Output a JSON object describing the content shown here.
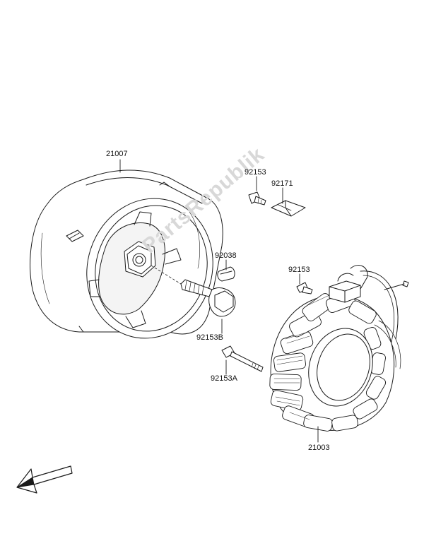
{
  "watermark": "PartsRepublik",
  "labels": {
    "flywheel": "21007",
    "bolt_small_top": "92153",
    "cover_plate": "92171",
    "key": "92038",
    "bolt_small_right": "92153",
    "flywheel_bolt": "92153B",
    "stator_bolt": "92153A",
    "stator": "21003"
  },
  "colors": {
    "line": "#1a1a1a",
    "background": "#ffffff",
    "watermark": "#d8d8d8"
  },
  "icons": {
    "direction_arrow": "arrow-down-left-icon"
  }
}
